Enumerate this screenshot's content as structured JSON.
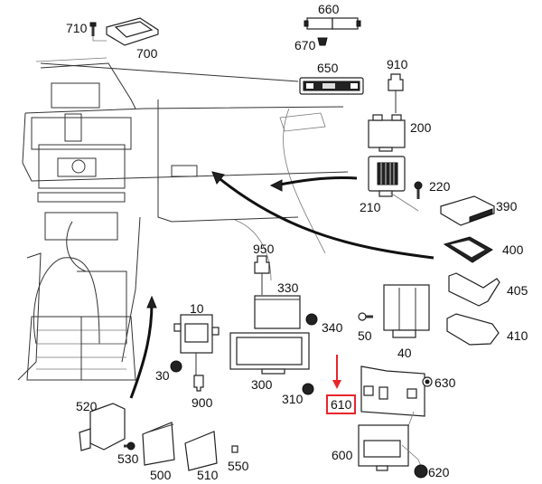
{
  "diagram": {
    "title": "Control units exploded view",
    "highlight_color": "#e8252b",
    "highlighted_part": "610",
    "parts": [
      {
        "id": "710",
        "desc": "screw"
      },
      {
        "id": "700",
        "desc": "control unit"
      },
      {
        "id": "660",
        "desc": "connector"
      },
      {
        "id": "670",
        "desc": "clip"
      },
      {
        "id": "650",
        "desc": "overhead control panel"
      },
      {
        "id": "910",
        "desc": "connector"
      },
      {
        "id": "200",
        "desc": "control unit"
      },
      {
        "id": "210",
        "desc": "fuse/relay box"
      },
      {
        "id": "220",
        "desc": "screw"
      },
      {
        "id": "390",
        "desc": "control unit"
      },
      {
        "id": "400",
        "desc": "bracket"
      },
      {
        "id": "405",
        "desc": "bracket"
      },
      {
        "id": "410",
        "desc": "bracket"
      },
      {
        "id": "950",
        "desc": "connector"
      },
      {
        "id": "330",
        "desc": "control unit"
      },
      {
        "id": "340",
        "desc": "nut"
      },
      {
        "id": "10",
        "desc": "control unit"
      },
      {
        "id": "30",
        "desc": "nut"
      },
      {
        "id": "900",
        "desc": "connector"
      },
      {
        "id": "300",
        "desc": "control unit"
      },
      {
        "id": "310",
        "desc": "nut"
      },
      {
        "id": "50",
        "desc": "bolt"
      },
      {
        "id": "40",
        "desc": "control unit"
      },
      {
        "id": "610",
        "desc": "bracket"
      },
      {
        "id": "630",
        "desc": "nut"
      },
      {
        "id": "600",
        "desc": "control unit"
      },
      {
        "id": "620",
        "desc": "nut"
      },
      {
        "id": "520",
        "desc": "control unit"
      },
      {
        "id": "530",
        "desc": "screw"
      },
      {
        "id": "500",
        "desc": "module"
      },
      {
        "id": "510",
        "desc": "cover"
      },
      {
        "id": "550",
        "desc": "clip"
      }
    ],
    "labels": {
      "p710": "710",
      "p700": "700",
      "p660": "660",
      "p670": "670",
      "p650": "650",
      "p910": "910",
      "p200": "200",
      "p210": "210",
      "p220": "220",
      "p390": "390",
      "p400": "400",
      "p405": "405",
      "p410": "410",
      "p950": "950",
      "p330": "330",
      "p340": "340",
      "p10": "10",
      "p30": "30",
      "p900": "900",
      "p300": "300",
      "p310": "310",
      "p50": "50",
      "p40": "40",
      "p610": "610",
      "p630": "630",
      "p600": "600",
      "p620": "620",
      "p520": "520",
      "p530": "530",
      "p500": "500",
      "p510": "510",
      "p550": "550"
    }
  }
}
